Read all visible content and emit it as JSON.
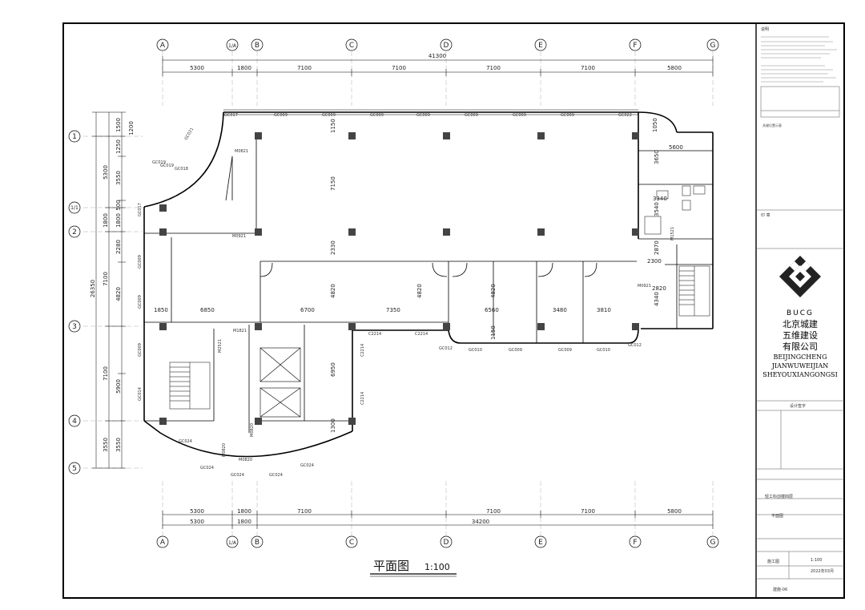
{
  "drawing": {
    "title": "平面图",
    "scale": "1:100",
    "top_axes": [
      "A",
      "1/A",
      "B",
      "C",
      "D",
      "E",
      "F",
      "G"
    ],
    "bottom_axes": [
      "A",
      "1/A",
      "B",
      "C",
      "D",
      "E",
      "F",
      "G"
    ],
    "left_axes": [
      "1",
      "1/1",
      "2",
      "3",
      "4",
      "5"
    ],
    "top_total": "41300",
    "top_segments": [
      "5300",
      "1800",
      "7100",
      "7100",
      "7100",
      "7100",
      "5800"
    ],
    "bottom_segments": [
      "5300",
      "1800",
      "7100",
      "7100",
      "7100",
      "5800"
    ],
    "bottom_row2": [
      "5300",
      "1800",
      "34200"
    ],
    "left_total": "26350",
    "left_outer": [
      "1800",
      "7100",
      "7100",
      "3550"
    ],
    "left_outer_top": "5300",
    "left_inner": [
      "1500",
      "1250",
      "3550",
      "500",
      "1800",
      "2280",
      "4820",
      "5900",
      "3550"
    ],
    "left_col3": "1200",
    "room_dims": [
      "1850",
      "6850",
      "6700",
      "7350",
      "6560",
      "3480",
      "3810",
      "7150",
      "2330",
      "4820",
      "4820",
      "4820",
      "1150",
      "1150",
      "6950",
      "1300",
      "5600",
      "3650",
      "3340",
      "3540",
      "2870",
      "2300",
      "2820",
      "4340",
      "1050"
    ],
    "door_labels": [
      "M0821",
      "M0921",
      "M1821",
      "M0921",
      "M0820",
      "M0820",
      "M0820",
      "M2521",
      "M1521"
    ],
    "window_labels": [
      "GC017",
      "GC009",
      "GC009",
      "GC009",
      "GC009",
      "GC009",
      "GC009",
      "GC009",
      "GC022",
      "GC017",
      "GC021",
      "GC019",
      "GC018",
      "GC009",
      "GC009",
      "GC009",
      "GC014",
      "GC024",
      "GC024",
      "GC024",
      "GC024",
      "GC024",
      "GC010",
      "GC009",
      "GC009",
      "GC010",
      "GC012",
      "GC012",
      "C2214",
      "C2214",
      "C2214",
      "C2214",
      "GC019"
    ]
  },
  "title_block": {
    "notes_heading": "说明",
    "logo_abbr": "BUCG",
    "company_cn_1": "北京城建",
    "company_cn_2": "五维建设",
    "company_cn_3": "有限公司",
    "company_en_1": "BEIJINGCHENG",
    "company_en_2": "JIANWUWEIJIAN",
    "company_en_3": "SHEYOUXIANGONGSI",
    "seal_label": "印 章",
    "design_sign": "设计签字",
    "project_name": "轻工科创楼四层",
    "drawing_name": "平面图",
    "stage": "施工图",
    "scale": "1:100",
    "date": "2022年03月",
    "drawing_no": "建施-06",
    "key_plan": "关键位置示意"
  }
}
